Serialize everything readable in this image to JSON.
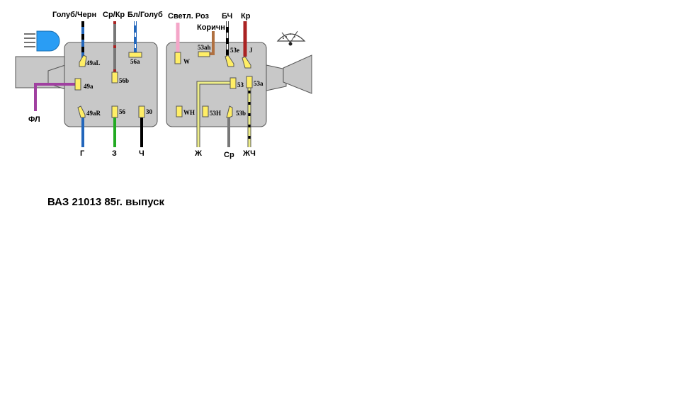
{
  "caption": "ВАЗ 21013 85г. выпуск",
  "left_switch": {
    "wire_labels": {
      "blue_black": "Голуб/Черн",
      "gray_red": "Ср/Кр",
      "white_blue": "Бл/Голуб",
      "violet": "ФЛ",
      "blue": "Г",
      "green": "З",
      "black": "Ч"
    },
    "pins": {
      "p49aL": "49aL",
      "p56a": "56a",
      "p56b": "56b",
      "p49a": "49a",
      "p49aR": "49aR",
      "p56": "56",
      "p30": "30"
    }
  },
  "right_switch": {
    "wire_labels": {
      "light_pink": "Светл. Роз",
      "brown": "Коричн",
      "white_black": "БЧ",
      "red": "Кр",
      "yellow": "Ж",
      "gray": "Ср",
      "yellow_black": "ЖЧ"
    },
    "pins": {
      "pW": "W",
      "p53ah": "53ah",
      "p53e": "53e",
      "pJ": "J",
      "p53": "53",
      "p53a": "53a",
      "pWH": "WH",
      "p53H": "53H",
      "p53b": "53b"
    }
  },
  "icons": {
    "left": "headlight-icon",
    "right": "windshield-wiper-icon"
  },
  "colors": {
    "switch_body": "#c8c8c8",
    "terminal": "#ffee66",
    "headlight": "#2a9df4",
    "violet_wire": "#a040a0",
    "blue_wire": "#2266bb",
    "green_wire": "#22aa22",
    "red_wire": "#aa2222",
    "gray_wire": "#777777",
    "brown_wire": "#b07040",
    "pink_wire": "#f4a6c8",
    "yellow_wire": "#eeee88"
  }
}
